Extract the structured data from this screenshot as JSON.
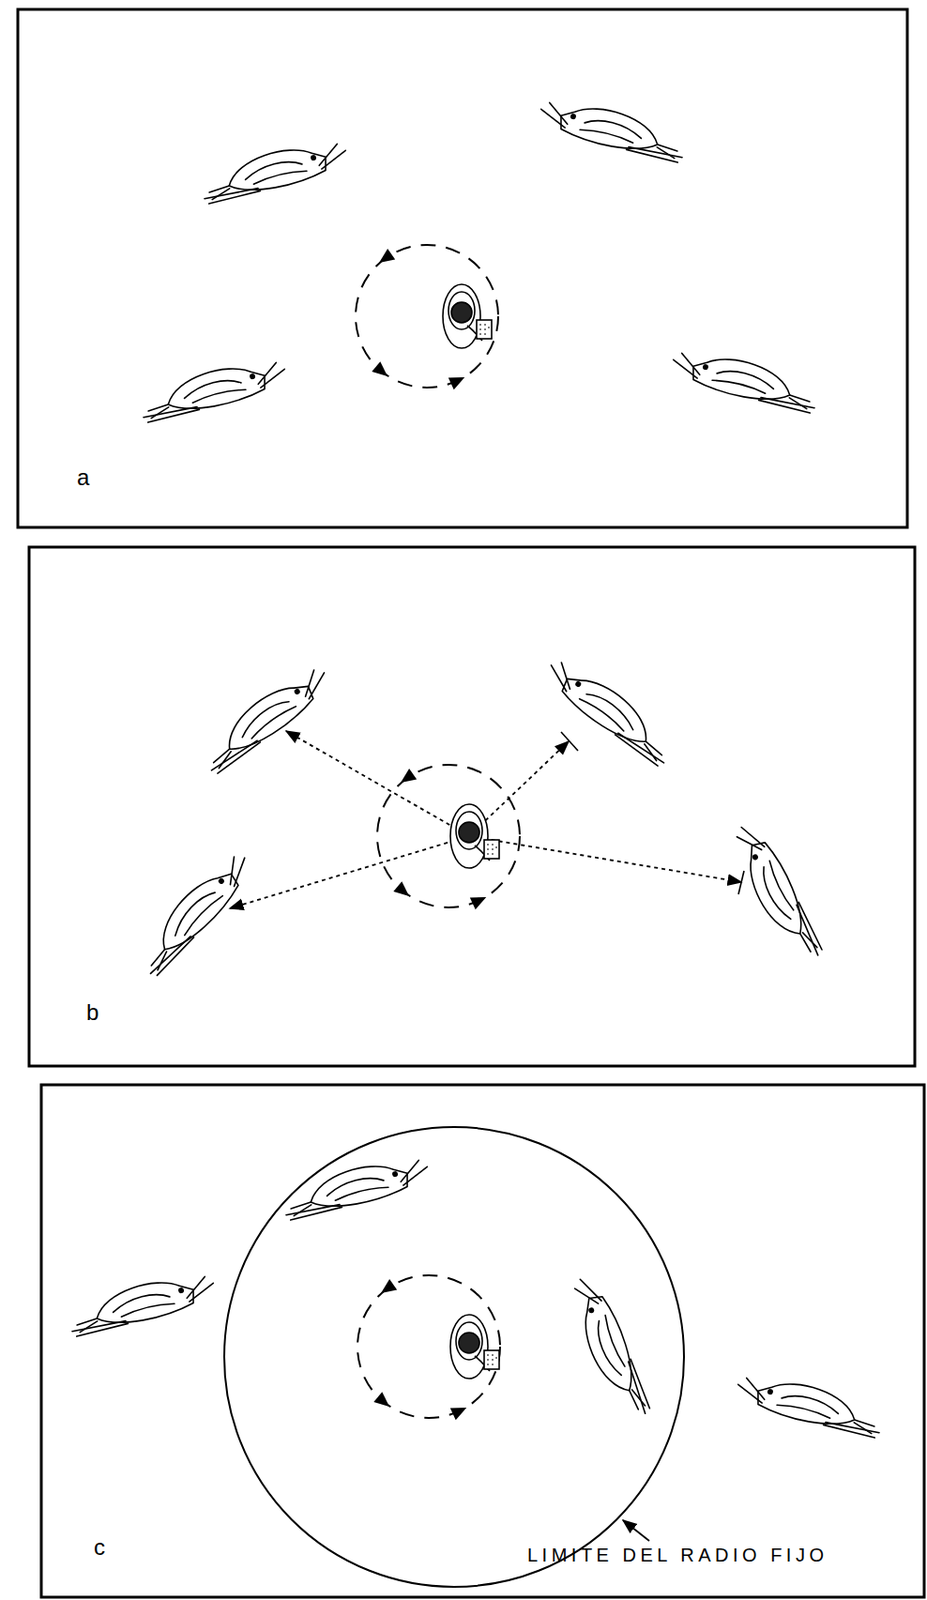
{
  "diagram": {
    "labels": [
      "a",
      "b",
      "c",
      "LIMITE DEL RADIO FIJO"
    ]
  }
}
